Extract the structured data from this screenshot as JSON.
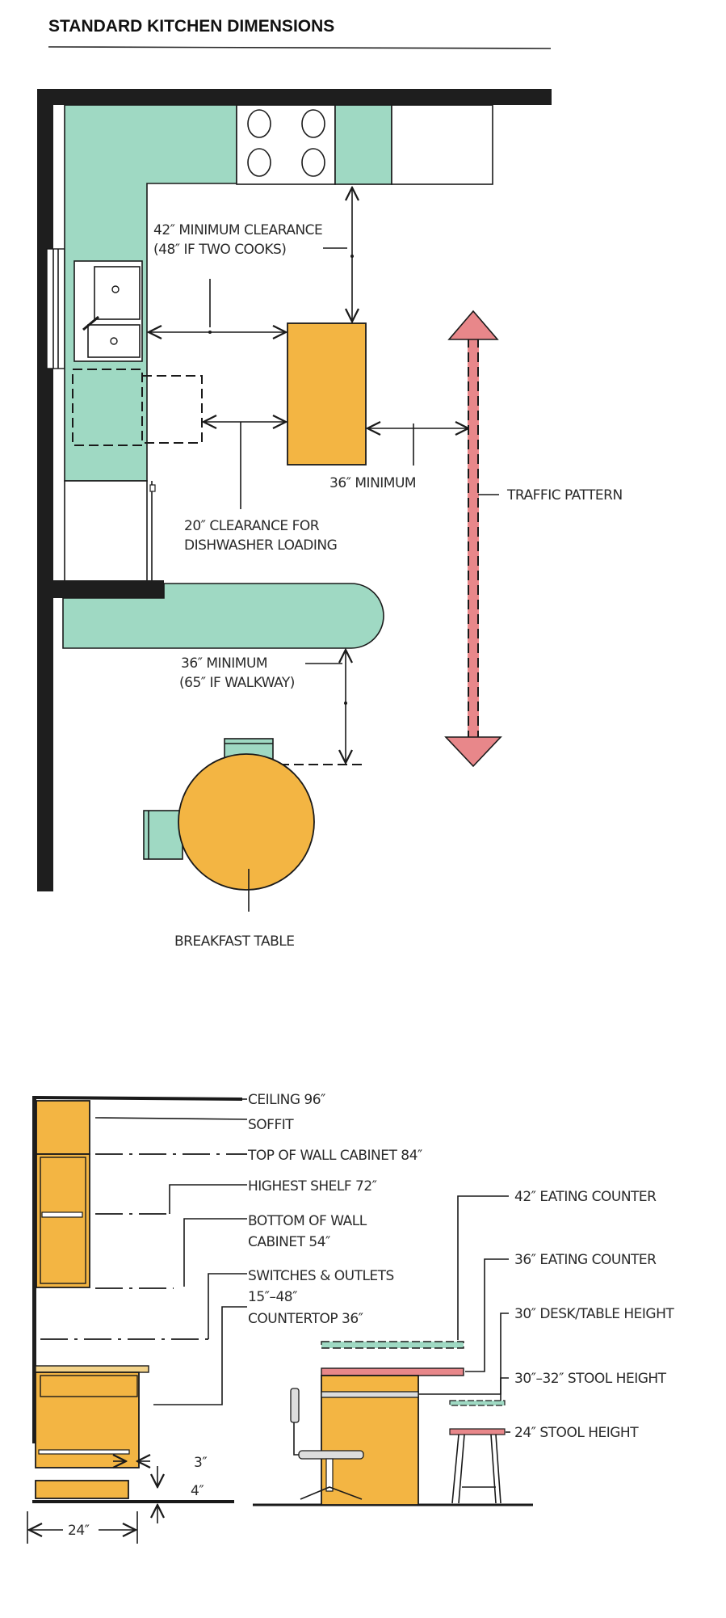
{
  "title": "STANDARD KITCHEN DIMENSIONS",
  "colors": {
    "counter": "#9fd9c3",
    "island": "#f3b543",
    "traffic": "#e8878a",
    "wall": "#1e1e1e"
  },
  "plan": {
    "clearance_42": [
      "42″ MINIMUM CLEARANCE",
      "(48″ IF TWO COOKS)"
    ],
    "dishwasher": [
      "20″ CLEARANCE FOR",
      "DISHWASHER LOADING"
    ],
    "min_36": "36″ MINIMUM",
    "traffic": "TRAFFIC PATTERN",
    "peninsula": [
      "36″ MINIMUM",
      "(65″ IF WALKWAY)"
    ],
    "table": "BREAKFAST TABLE"
  },
  "elevation": {
    "left_labels": [
      "CEILING 96″",
      "SOFFIT",
      "TOP OF WALL CABINET 84″",
      "HIGHEST SHELF 72″",
      "BOTTOM OF WALL",
      "CABINET 54″",
      "SWITCHES & OUTLETS",
      "15″–48″",
      "COUNTERTOP 36″"
    ],
    "toe_kick_depth": "3″",
    "toe_kick_height": "4″",
    "cabinet_depth": "24″",
    "right_labels": [
      "42″ EATING COUNTER",
      "36″ EATING COUNTER",
      "30″ DESK/TABLE HEIGHT",
      "30″–32″ STOOL HEIGHT",
      "24″ STOOL HEIGHT"
    ]
  }
}
